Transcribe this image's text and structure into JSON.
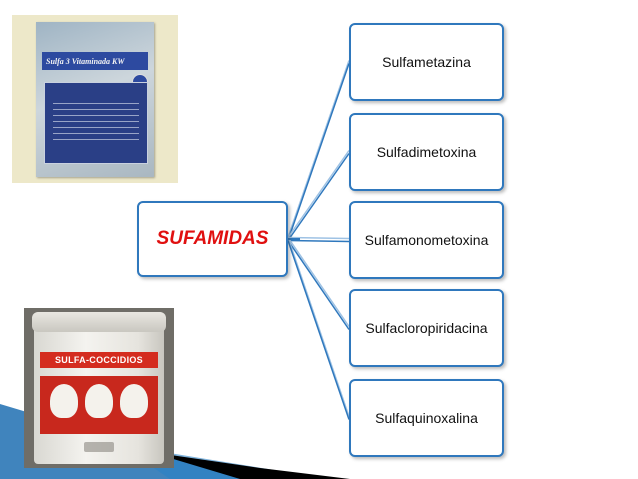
{
  "diagram": {
    "root": {
      "label": "SUFAMIDAS",
      "color": "#e01010"
    },
    "children": [
      {
        "label": "Sulfametazina"
      },
      {
        "label": "Sulfadimetoxina"
      },
      {
        "label": "Sulfamonometoxina"
      },
      {
        "label": "Sulfacloropiridacina"
      },
      {
        "label": "Sulfaquinoxalina"
      }
    ],
    "box_border_color": "#2f78bd",
    "connector_color": "#2f78bd"
  },
  "images": {
    "sachet": {
      "band_text": "Sulfa 3 Vitaminada KW"
    },
    "tub": {
      "label_text": "SULFA-COCCIDIOS"
    }
  },
  "decor": {
    "swoosh_colors": [
      "#1f6fb2",
      "#000000"
    ]
  }
}
